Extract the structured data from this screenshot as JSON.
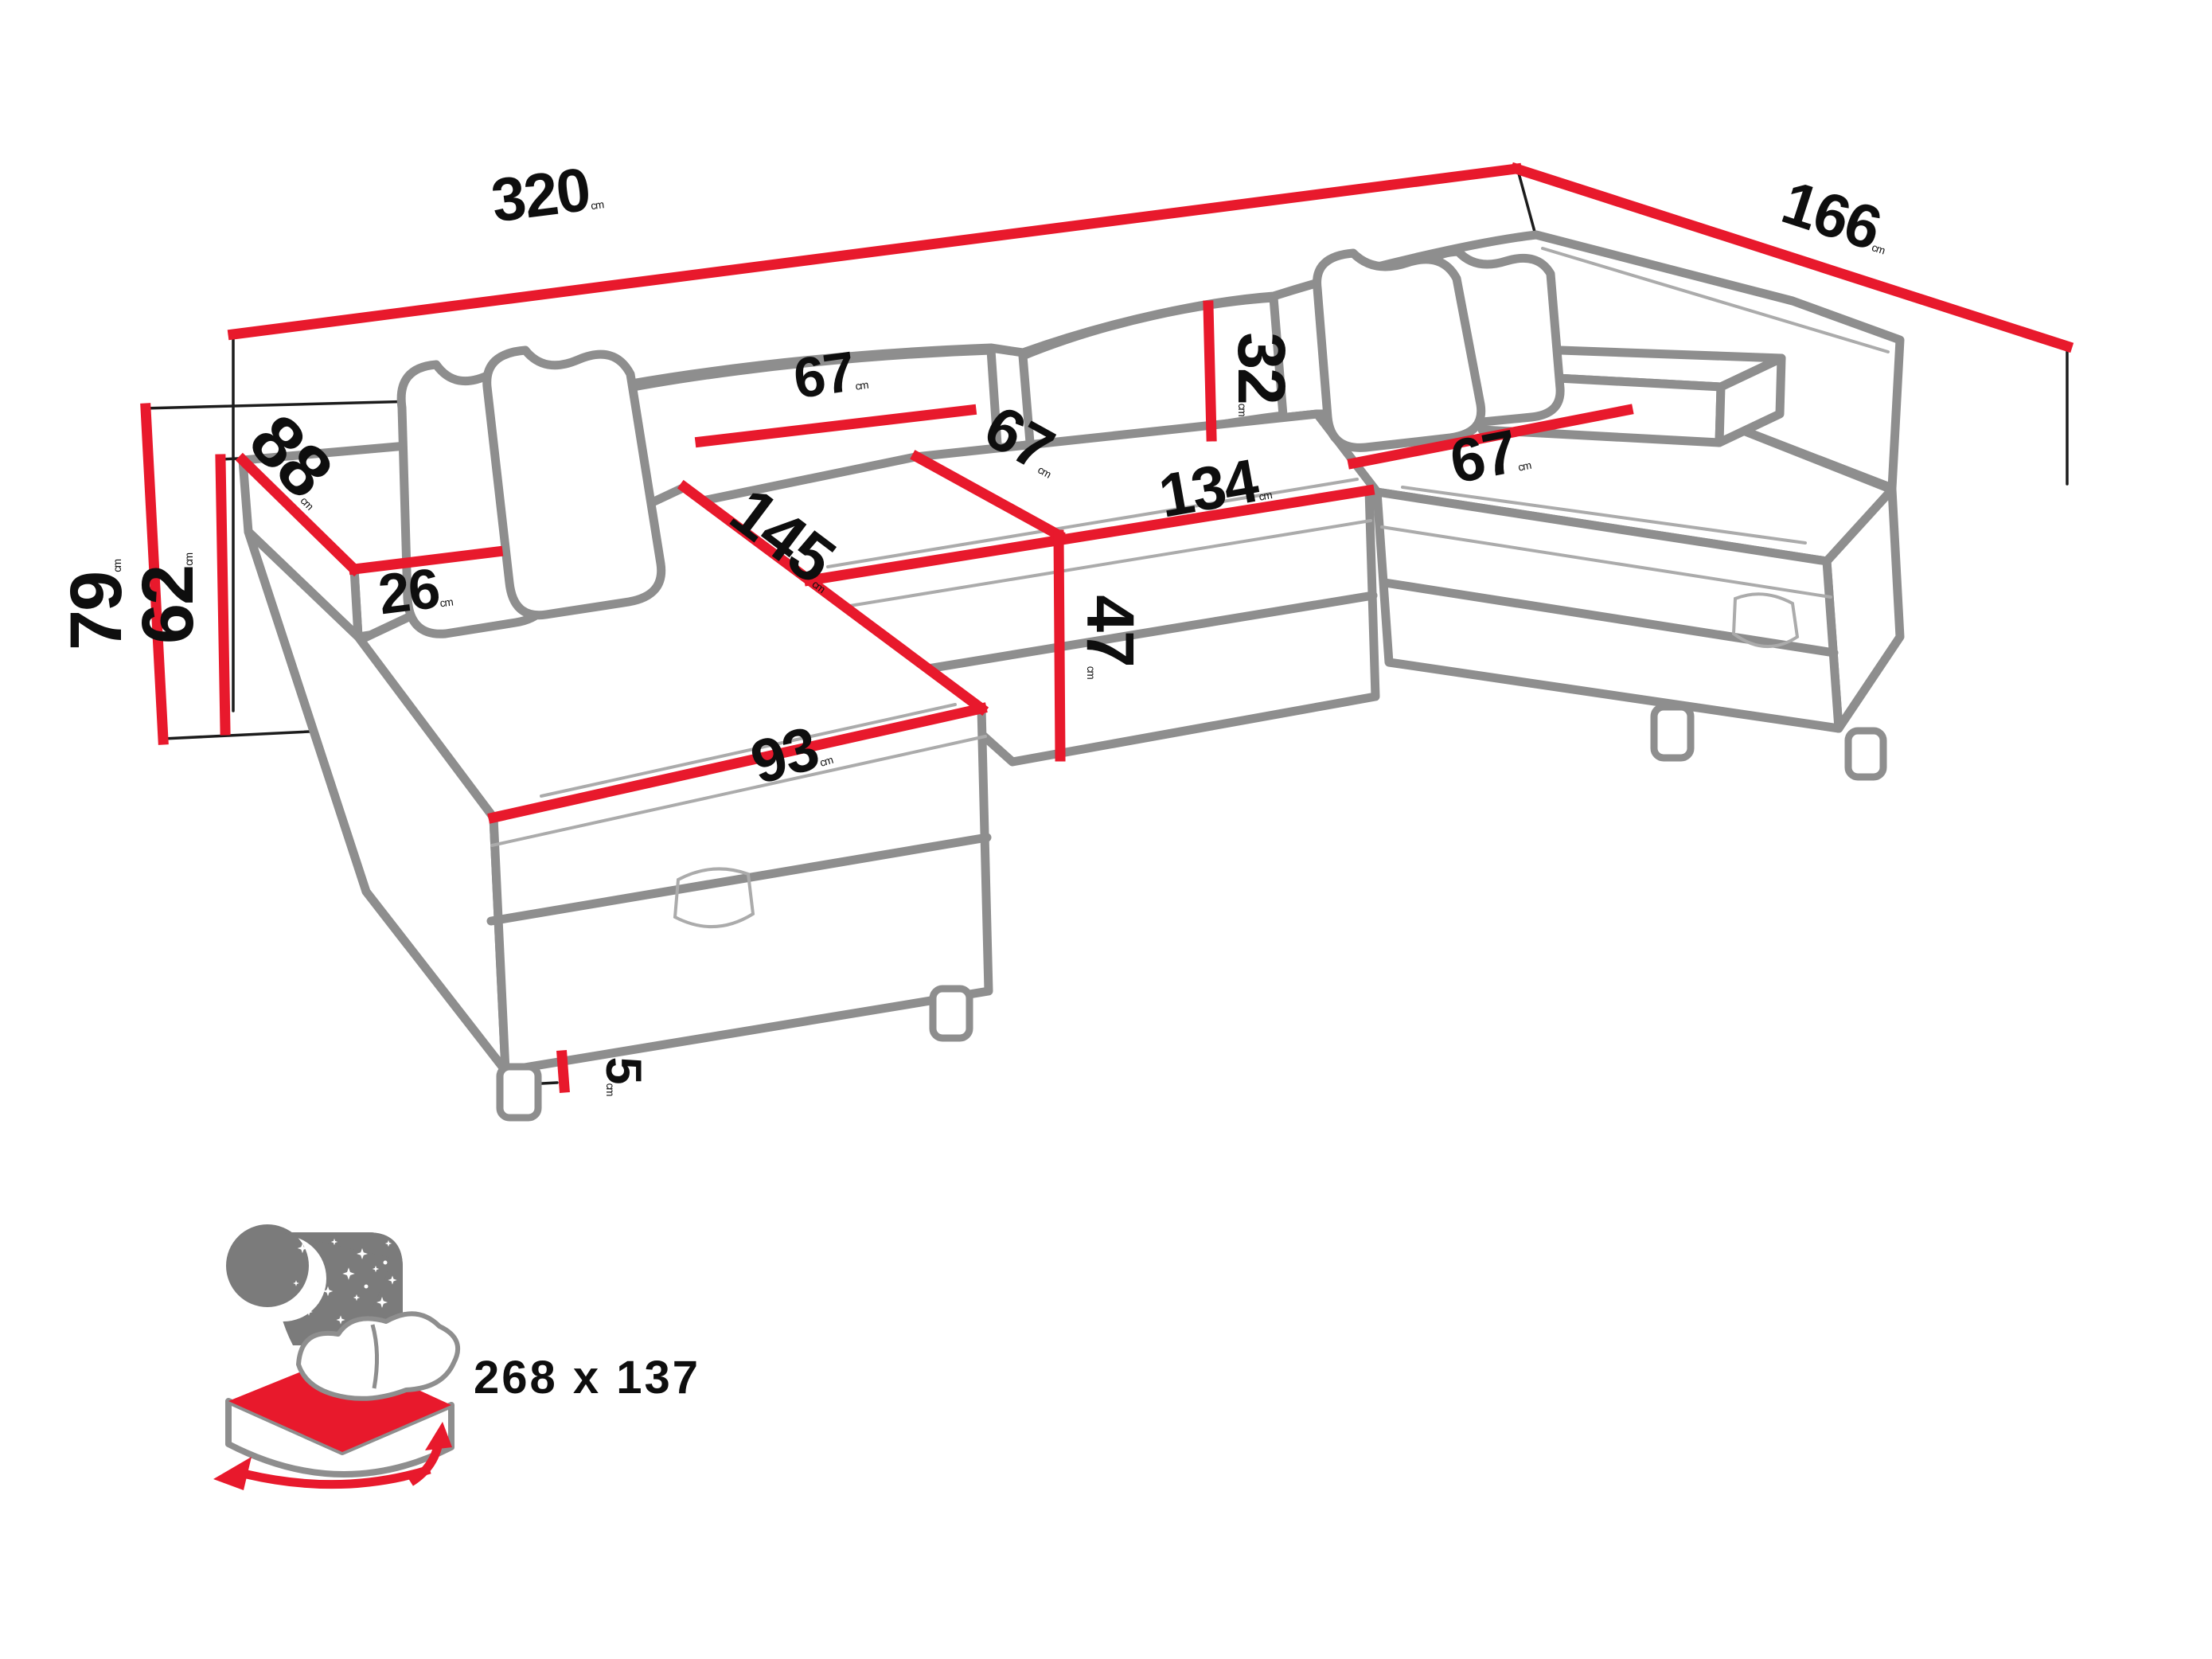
{
  "diagram": {
    "title": "sofa-dimension-diagram",
    "unit": "cm",
    "dims": [
      {
        "id": "total-width",
        "value": "320",
        "unit": "cm"
      },
      {
        "id": "total-depth",
        "value": "166",
        "unit": "cm"
      },
      {
        "id": "total-height",
        "value": "79",
        "unit": "cm"
      },
      {
        "id": "backrest-height",
        "value": "62",
        "unit": "cm"
      },
      {
        "id": "armrest-length",
        "value": "88",
        "unit": "cm"
      },
      {
        "id": "armrest-width",
        "value": "26",
        "unit": "cm"
      },
      {
        "id": "backrest-cushion-width",
        "value": "67",
        "unit": "cm"
      },
      {
        "id": "back-cushion-height",
        "value": "32",
        "unit": "cm"
      },
      {
        "id": "seat-depth",
        "value": "67",
        "unit": "cm"
      },
      {
        "id": "center-seat-width",
        "value": "134",
        "unit": "cm"
      },
      {
        "id": "seat-height",
        "value": "47",
        "unit": "cm"
      },
      {
        "id": "chaise-length",
        "value": "145",
        "unit": "cm"
      },
      {
        "id": "chaise-width",
        "value": "93",
        "unit": "cm"
      },
      {
        "id": "right-seat-width",
        "value": "67",
        "unit": "cm"
      },
      {
        "id": "leg-height",
        "value": "5",
        "unit": "cm"
      }
    ],
    "sleeping_area": {
      "value": "268 x 137"
    },
    "colors": {
      "dimension_line": "#e8192c",
      "sofa_outline": "#8e8e8e",
      "extension_line": "#1c1c1c",
      "label_text": "#0e0e0e",
      "icon_panel": "#7b7b7b",
      "icon_text": "#878787",
      "icon_mattress": "#e8192c"
    }
  }
}
